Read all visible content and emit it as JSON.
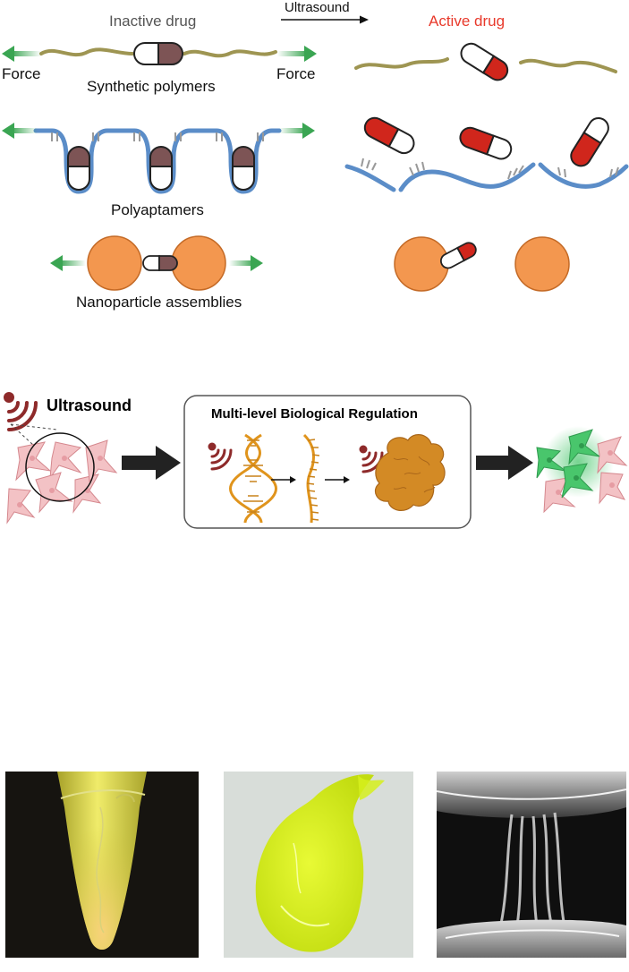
{
  "panel_a": {
    "inactive_label": "Inactive drug",
    "ultrasound_label": "Ultrasound",
    "active_label": "Active drug",
    "force_left": "Force",
    "force_right": "Force",
    "synthetic_label": "Synthetic polymers",
    "polyaptamer_label": "Polyaptamers",
    "nanoparticle_label": "Nanoparticle assemblies"
  },
  "panel_b": {
    "ultrasound_label": "Ultrasound",
    "box_title": "Multi-level Biological Regulation"
  },
  "colors": {
    "polymer": "#9e9552",
    "aptamer": "#5b8dc8",
    "nanoparticle": "#f3974f",
    "capsule_red": "#d0261c",
    "capsule_brown": "#7d5455",
    "arrow_green": "#3aa552",
    "ultrasound": "#8e2a2a",
    "dna": "#e0941c",
    "protein": "#d38a25",
    "cell_pink": "#f3c2c5",
    "cell_green": "#49c66c",
    "gel_yellow": "#d6f01c"
  }
}
